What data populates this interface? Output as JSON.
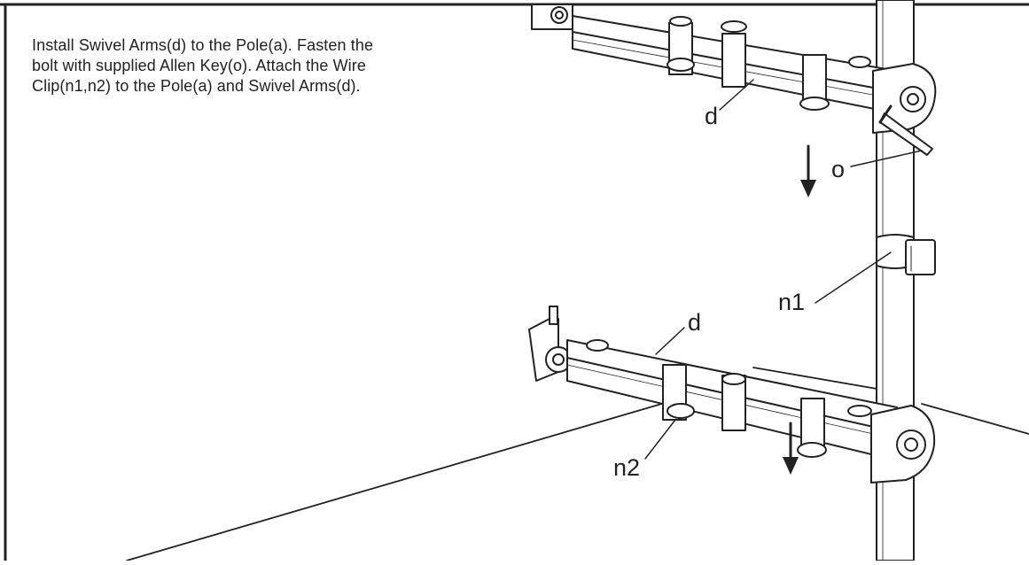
{
  "instructions": {
    "text": "Install Swivel Arms(d) to the Pole(a). Fasten the\nbolt with supplied Allen Key(o). Attach the Wire\nClip(n1,n2) to the Pole(a) and Swivel Arms(d)."
  },
  "callouts": {
    "upper_arm": "d",
    "allen_key": "o",
    "wire_clip_pole": "n1",
    "lower_arm": "d",
    "wire_clip_arm": "n2"
  },
  "colors": {
    "ink": "#222222",
    "background": "#ffffff"
  }
}
